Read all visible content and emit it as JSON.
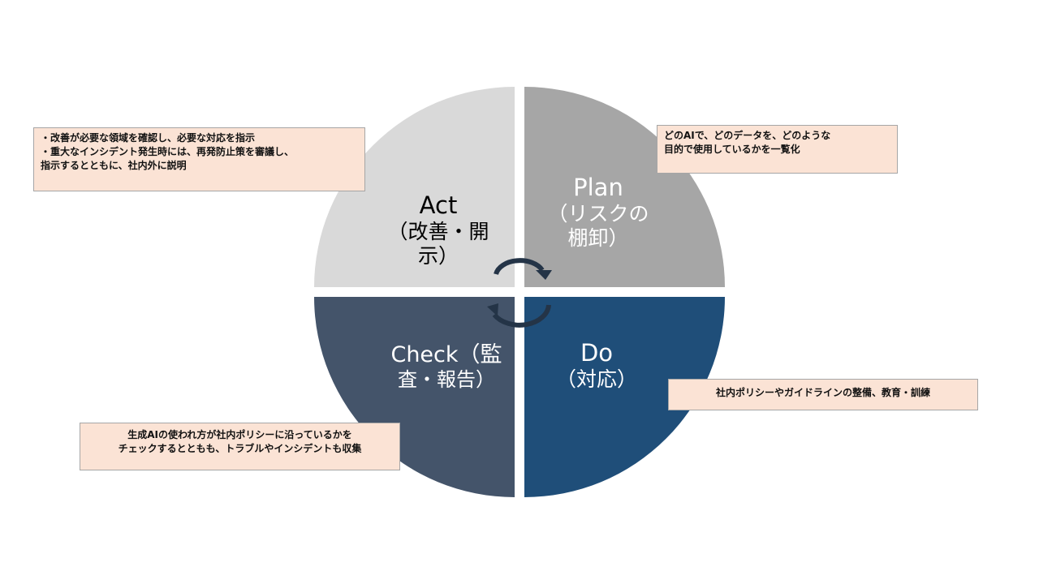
{
  "quadrants": {
    "act": {
      "title": "Act",
      "subtitle": "（改善・開示）",
      "color": "#d9d9d9",
      "text_color": "#000000"
    },
    "plan": {
      "title": "Plan",
      "subtitle_line1": "（リスクの",
      "subtitle_line2": "棚卸）",
      "color": "#a6a6a6",
      "text_color": "#ffffff"
    },
    "do": {
      "title": "Do",
      "subtitle": "（対応）",
      "color": "#1f4e79",
      "text_color": "#ffffff"
    },
    "check": {
      "title_line1": "Check（監",
      "title_line2": "査・報告）",
      "color": "#44546a",
      "text_color": "#ffffff"
    }
  },
  "notes": {
    "act": {
      "line1": "・改善が必要な領域を確認し、必要な対応を指示",
      "line2": "・重大なインシデント発生時には、再発防止策を審議し、",
      "line3": "指示するとともに、社内外に説明"
    },
    "plan": {
      "line1": "どのAIで、どのデータを、どのような",
      "line2": "目的で使用しているかを一覧化"
    },
    "do": {
      "line1": "社内ポリシーやガイドラインの整備、教育・訓練"
    },
    "check": {
      "line1": "生成AIの使われ方が社内ポリシーに沿っているかを",
      "line2": "チェックするとともも、トラブルやインシデントも収集"
    }
  },
  "note_color": "#fbe3d5",
  "arrow_color": "#243447"
}
